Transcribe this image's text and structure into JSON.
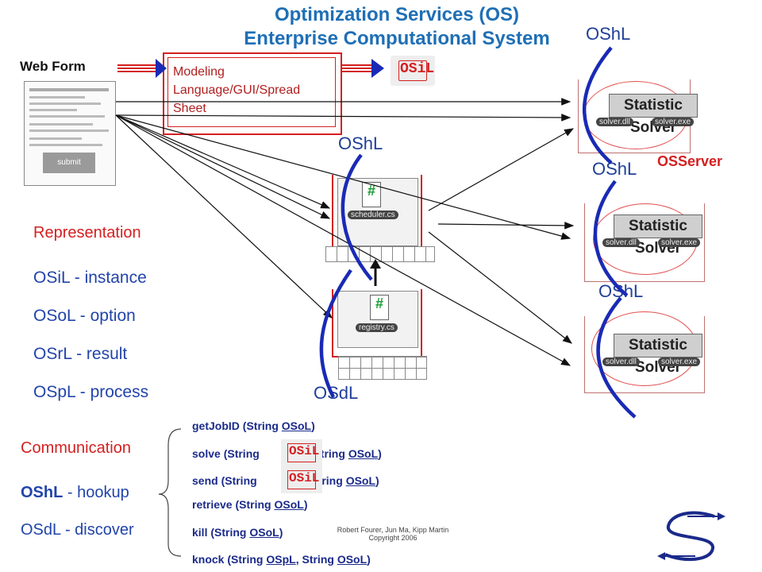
{
  "title": {
    "line1": "Optimization Services (OS)",
    "line2": "Enterprise Computational System"
  },
  "web_form": {
    "label": "Web Form",
    "submit": "submit"
  },
  "modeling_box": {
    "text": "Modeling Language/GUI/Spread Sheet"
  },
  "osil_logo": "OSiL",
  "oshl_labels": [
    "OShL",
    "OShL",
    "OShL",
    "OShL"
  ],
  "osdl_label": "OSdL",
  "osserver": "OSServer",
  "solvers": [
    {
      "title": "Statistic Solver",
      "dll": "solver.dll",
      "exe": "solver.exe"
    },
    {
      "title": "Statistic Solver",
      "dll": "solver.dll",
      "exe": "solver.exe"
    },
    {
      "title": "Statistic Solver",
      "dll": "solver.dll",
      "exe": "solver.exe"
    }
  ],
  "scheduler_file": "scheduler.cs",
  "registry_file": "registry.cs",
  "representation": {
    "heading": "Representation",
    "items": [
      "OSiL - instance",
      "OSoL - option",
      "OSrL - result",
      "OSpL - process"
    ]
  },
  "communication": {
    "heading": "Communication",
    "oshl_abbr": "OShL",
    "oshl_desc": " - hookup",
    "osdl": "OSdL - discover"
  },
  "commands": [
    {
      "pre": "getJobID (String ",
      "u1": "OSoL",
      "mid": "",
      "u2": "",
      "post": ")"
    },
    {
      "pre": "solve (String ",
      "u1": "",
      "mid": ", String ",
      "u2": "OSoL",
      "post": ")"
    },
    {
      "pre": "send (String ",
      "u1": "",
      "mid": ", String ",
      "u2": "OSoL",
      "post": ")"
    },
    {
      "pre": "retrieve (String ",
      "u1": "OSoL",
      "mid": "",
      "u2": "",
      "post": ")"
    },
    {
      "pre": "kill (String ",
      "u1": "OSoL",
      "mid": "",
      "u2": "",
      "post": ")"
    },
    {
      "pre": "knock (String ",
      "u1": "OSpL",
      "mid": ", String ",
      "u2": "OSoL",
      "post": ")"
    }
  ],
  "credit": {
    "line1": "Robert Fourer, Jun Ma, Kipp Martin",
    "line2": "Copyright 2006"
  },
  "colors": {
    "title": "#1f6fb5",
    "accent_red": "#d42020",
    "blue_curve": "#1a2ab5"
  }
}
